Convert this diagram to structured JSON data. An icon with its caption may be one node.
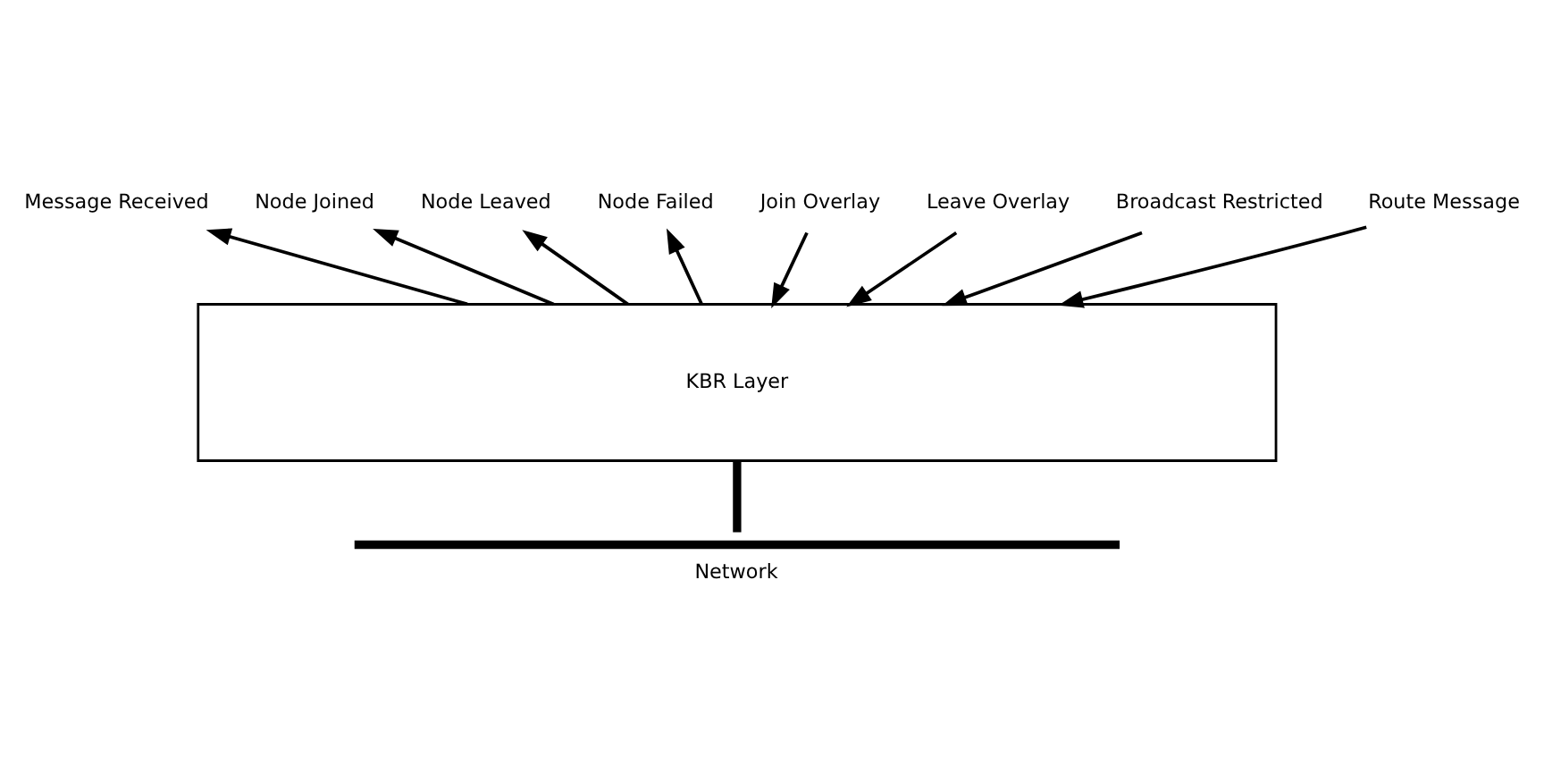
{
  "diagram": {
    "nodes": [
      {
        "text": [
          "KBR Layer"
        ]
      },
      {
        "text": [
          "Message Received"
        ]
      },
      {
        "text": [
          "Node Joined"
        ]
      },
      {
        "text": [
          "Node Leaved"
        ]
      },
      {
        "text": [
          "Node Failed"
        ]
      },
      {
        "text": [
          "Join Overlay"
        ]
      },
      {
        "text": [
          "Leave Overlay"
        ]
      },
      {
        "text": [
          "Broadcast Restricted"
        ]
      },
      {
        "text": [
          "Route Message"
        ]
      },
      {
        "text": [
          "Network"
        ]
      }
    ],
    "edges": [
      {
        "from": 0,
        "to": 1,
        "arrow": "to"
      },
      {
        "from": 0,
        "to": 2,
        "arrow": "to"
      },
      {
        "from": 0,
        "to": 3,
        "arrow": "to"
      },
      {
        "from": 0,
        "to": 4,
        "arrow": "to"
      },
      {
        "from": 5,
        "to": 0,
        "arrow": "to"
      },
      {
        "from": 6,
        "to": 0,
        "arrow": "to"
      },
      {
        "from": 7,
        "to": 0,
        "arrow": "to"
      },
      {
        "from": 8,
        "to": 0,
        "arrow": "to"
      },
      {
        "from": 0,
        "to": 9,
        "arrow": "none",
        "style": "thick"
      }
    ]
  }
}
